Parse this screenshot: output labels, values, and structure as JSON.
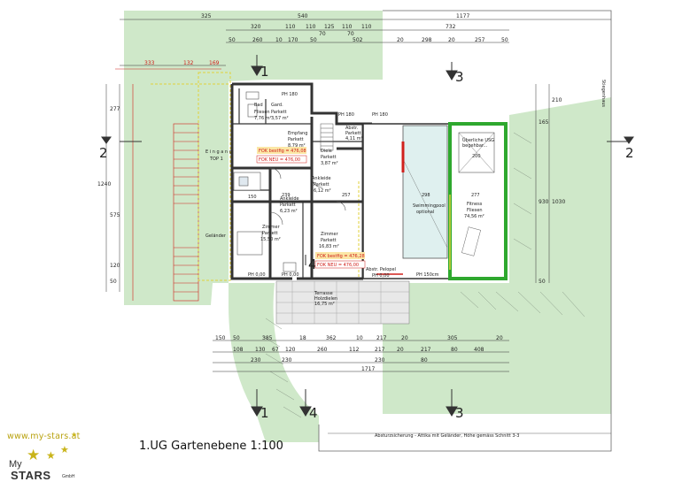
{
  "title": "1.UG  Gartenebene  1:100",
  "logo": {
    "url": "www.my-stars.at",
    "line1": "My",
    "line2": "STARS",
    "gmbh": "GmbH",
    "star_color": "#c9b41a"
  },
  "colors": {
    "garden": "#cfe8c9",
    "pool_glass": "#dff0ef",
    "wall": "#333333",
    "green_wall": "#2ea82e",
    "red": "#d0201c",
    "yellow": "#e0d23a"
  },
  "sections": {
    "s1": "1",
    "s2": "2",
    "s3": "3",
    "s4": "4"
  },
  "dims": {
    "top1": [
      "325",
      "540",
      "1177"
    ],
    "top2": [
      "320",
      "110",
      "110",
      "125",
      "110",
      "110",
      "732"
    ],
    "top3": [
      "70",
      "70"
    ],
    "top4": [
      "50",
      "260",
      "10",
      "170",
      "50",
      "502",
      "20",
      "298",
      "20",
      "257",
      "50"
    ],
    "red_top": [
      "333",
      "132",
      "169"
    ],
    "left": [
      "277",
      "1240",
      "575",
      "120",
      "50"
    ],
    "right": [
      "930",
      "1030",
      "210",
      "165",
      "50"
    ],
    "bottom1": [
      "150",
      "50",
      "385",
      "18",
      "362",
      "10",
      "217",
      "20",
      "305",
      "20"
    ],
    "bottom2": [
      "108",
      "130",
      "67",
      "120",
      "260",
      "112",
      "217",
      "20",
      "217",
      "80",
      "408"
    ],
    "bottom3": [
      "230",
      "230",
      "230",
      "80"
    ],
    "total": "1717"
  },
  "rooms": {
    "bad": [
      "Bad",
      "Fliesen",
      "7,76 m²"
    ],
    "garderobe": [
      "Gard.",
      "Parkett",
      "3,57 m²"
    ],
    "empfang": [
      "Empfang",
      "Parkett",
      "8,79 m²"
    ],
    "abstr": [
      "Abstr.",
      "Parkett",
      "4,11 m²"
    ],
    "diele": [
      "Diele",
      "Parkett",
      "3,87 m²"
    ],
    "ankleide1": [
      "Ankleide",
      "Parkett",
      "6,12 m²"
    ],
    "ankleide2": [
      "Ankleide",
      "Parkett",
      "6,23 m²"
    ],
    "zimmer1": [
      "Zimmer",
      "Parkett",
      "15,50 m²"
    ],
    "zimmer2": [
      "Zimmer",
      "Parkett",
      "16,83 m²"
    ],
    "pool": [
      "Swimmingpool",
      "optional"
    ],
    "fitness": [
      "Fitness",
      "Fliesen",
      "74,56 m²"
    ],
    "abstr2": [
      "Abstr. Pelopel",
      "PH 0,00"
    ],
    "usg": [
      "Überliche USG",
      "begehbar..."
    ],
    "eingang": "E i n g a n g",
    "top1": "TOP 1",
    "gelaender": "Geländer",
    "terrasse": [
      "Terrasse",
      "Holzdielen",
      "16,75 m²"
    ]
  },
  "labels": {
    "fok1": "FOK bestfig = 476,08",
    "fok2": "FOK NEU = 476,00",
    "fok3": "FOK bestfig = 476,28",
    "fok4": "FOK NEU = 476,00",
    "ph180a": "PH 180",
    "ph180b": "PH 180",
    "ph180c": "PH 180",
    "ph000a": "PH 0,00",
    "ph000b": "PH 0,00",
    "ph150": "PH 150cm",
    "absturz": "Absturzsicherung - Attika mit Geländer, Höhe gemäss Schnitt 3-3",
    "stair_right": "Stiegenhaus",
    "n239": "239",
    "n257": "257",
    "n298": "298",
    "n277": "277",
    "n200": "200",
    "n150": "150"
  }
}
